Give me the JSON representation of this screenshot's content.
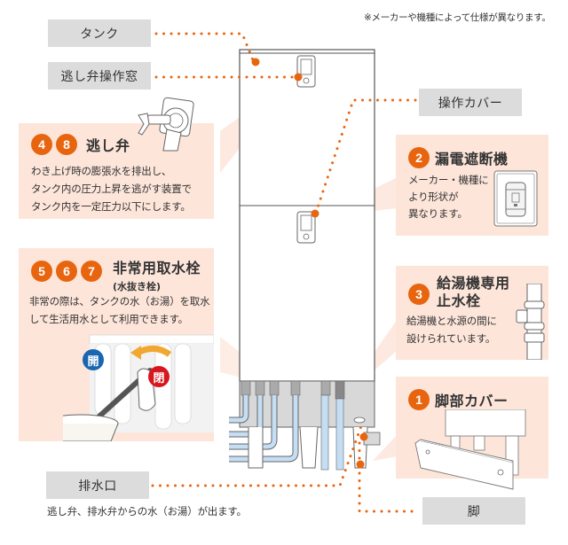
{
  "note": "※メーカーや機種によって仕様が異なります。",
  "labels": {
    "tank": "タンク",
    "relief_window": "逃し弁操作窓",
    "control_cover": "操作カバー",
    "drain_outlet": "排水口",
    "leg": "脚"
  },
  "drain_outlet_desc": "逃し弁、排水弁からの水（お湯）が出ます。",
  "panels": {
    "relief_valve": {
      "badges": [
        "4",
        "8"
      ],
      "title": "逃し弁",
      "desc_lines": [
        "わき上げ時の膨張水を排出し、",
        "タンク内の圧力上昇を逃がす装置で",
        "タンク内を一定圧力以下にします。"
      ]
    },
    "breaker": {
      "badges": [
        "2"
      ],
      "title": "漏電遮断機",
      "desc_lines": [
        "メーカー・機種に",
        "より形状が",
        "異なります。"
      ]
    },
    "emergency_tap": {
      "badges": [
        "5",
        "6",
        "7"
      ],
      "title": "非常用取水栓",
      "subtitle": "(水抜き栓)",
      "desc_lines": [
        "非常の際は、タンクの水（お湯）を取水",
        "して生活用水として利用できます。"
      ],
      "open_label": "開",
      "close_label": "閉"
    },
    "stop_valve": {
      "badges": [
        "3"
      ],
      "title_lines": [
        "給湯機専用",
        "止水栓"
      ],
      "desc_lines": [
        "給湯機と水源の間に",
        "設けられています。"
      ]
    },
    "leg_cover": {
      "badges": [
        "1"
      ],
      "title": "脚部カバー"
    }
  },
  "colors": {
    "accent": "#e8650f",
    "panel_bg": "#fde5da",
    "label_bg": "#dcdcdc",
    "pipe_blue": "#c5def4",
    "open_blue": "#1a66b0",
    "close_red": "#d7161f"
  }
}
